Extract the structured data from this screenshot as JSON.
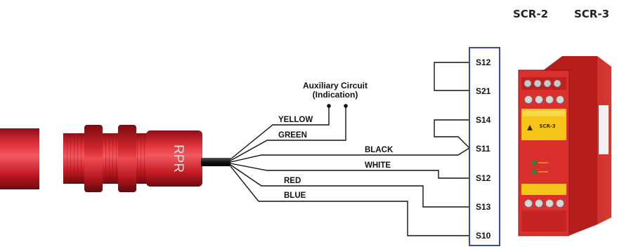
{
  "headers": {
    "scr2": "SCR-2",
    "scr3": "SCR-3"
  },
  "auxiliary": {
    "line1": "Auxiliary Circuit",
    "line2": "(Indication)"
  },
  "sensor": {
    "label": "RPR"
  },
  "relay": {
    "label": "SCR-3"
  },
  "wires": {
    "yellow": "YELLOW",
    "green": "GREEN",
    "black": "BLACK",
    "white": "WHITE",
    "red": "RED",
    "blue": "BLUE"
  },
  "terminals": [
    "S12",
    "S21",
    "S14",
    "S11",
    "S12",
    "S13",
    "S10"
  ],
  "colors": {
    "sensor_red": "#d42028",
    "terminal_box_border": "#3b4aa8",
    "relay_red": "#d9302d",
    "relay_yellow": "#f5c518"
  }
}
